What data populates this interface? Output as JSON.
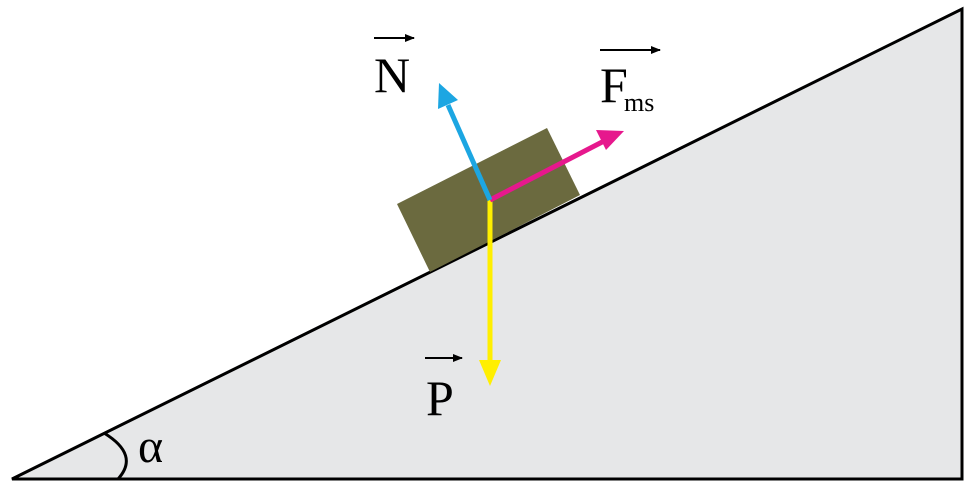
{
  "labels": {
    "normal_force": "N",
    "friction_force": "F",
    "friction_subscript": "ms",
    "gravity_force": "P",
    "angle": "α"
  },
  "colors": {
    "incline_fill": "#e6e7e8",
    "outline": "#000000",
    "block_fill": "#6b6a3f",
    "normal_arrow": "#1ca6e2",
    "friction_arrow": "#e6188d",
    "gravity_arrow": "#ffef00"
  }
}
